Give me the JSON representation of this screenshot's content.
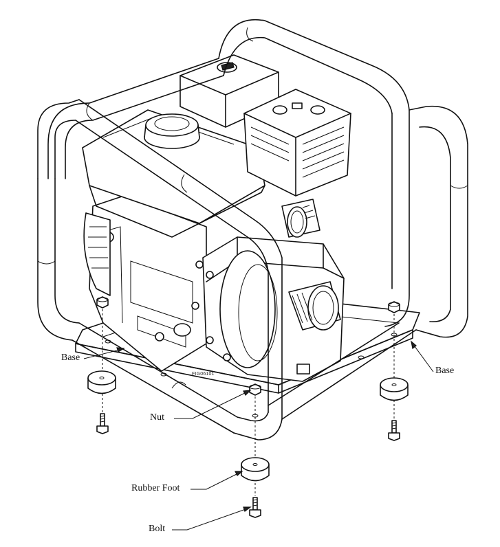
{
  "figure_id": "FIG06101",
  "labels": {
    "base_left": "Base",
    "base_right": "Base",
    "nut": "Nut",
    "rubber_foot": "Rubber Foot",
    "bolt": "Bolt"
  },
  "colors": {
    "line": "#111111",
    "background": "#ffffff"
  }
}
